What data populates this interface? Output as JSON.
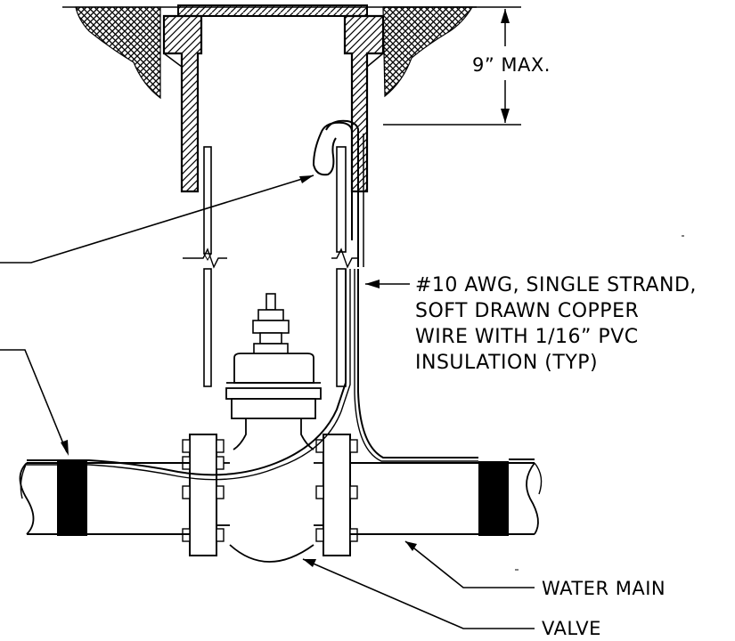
{
  "dimension": {
    "label": "9” MAX."
  },
  "wire_note": {
    "lines": [
      "#10 AWG, SINGLE STRAND,",
      "SOFT DRAWN COPPER",
      "WIRE WITH 1/16” PVC",
      "INSULATION (TYP)"
    ]
  },
  "callouts": {
    "water_main": "WATER MAIN",
    "valve": "VALVE"
  },
  "colors": {
    "ink": "#000000",
    "background": "#ffffff"
  }
}
